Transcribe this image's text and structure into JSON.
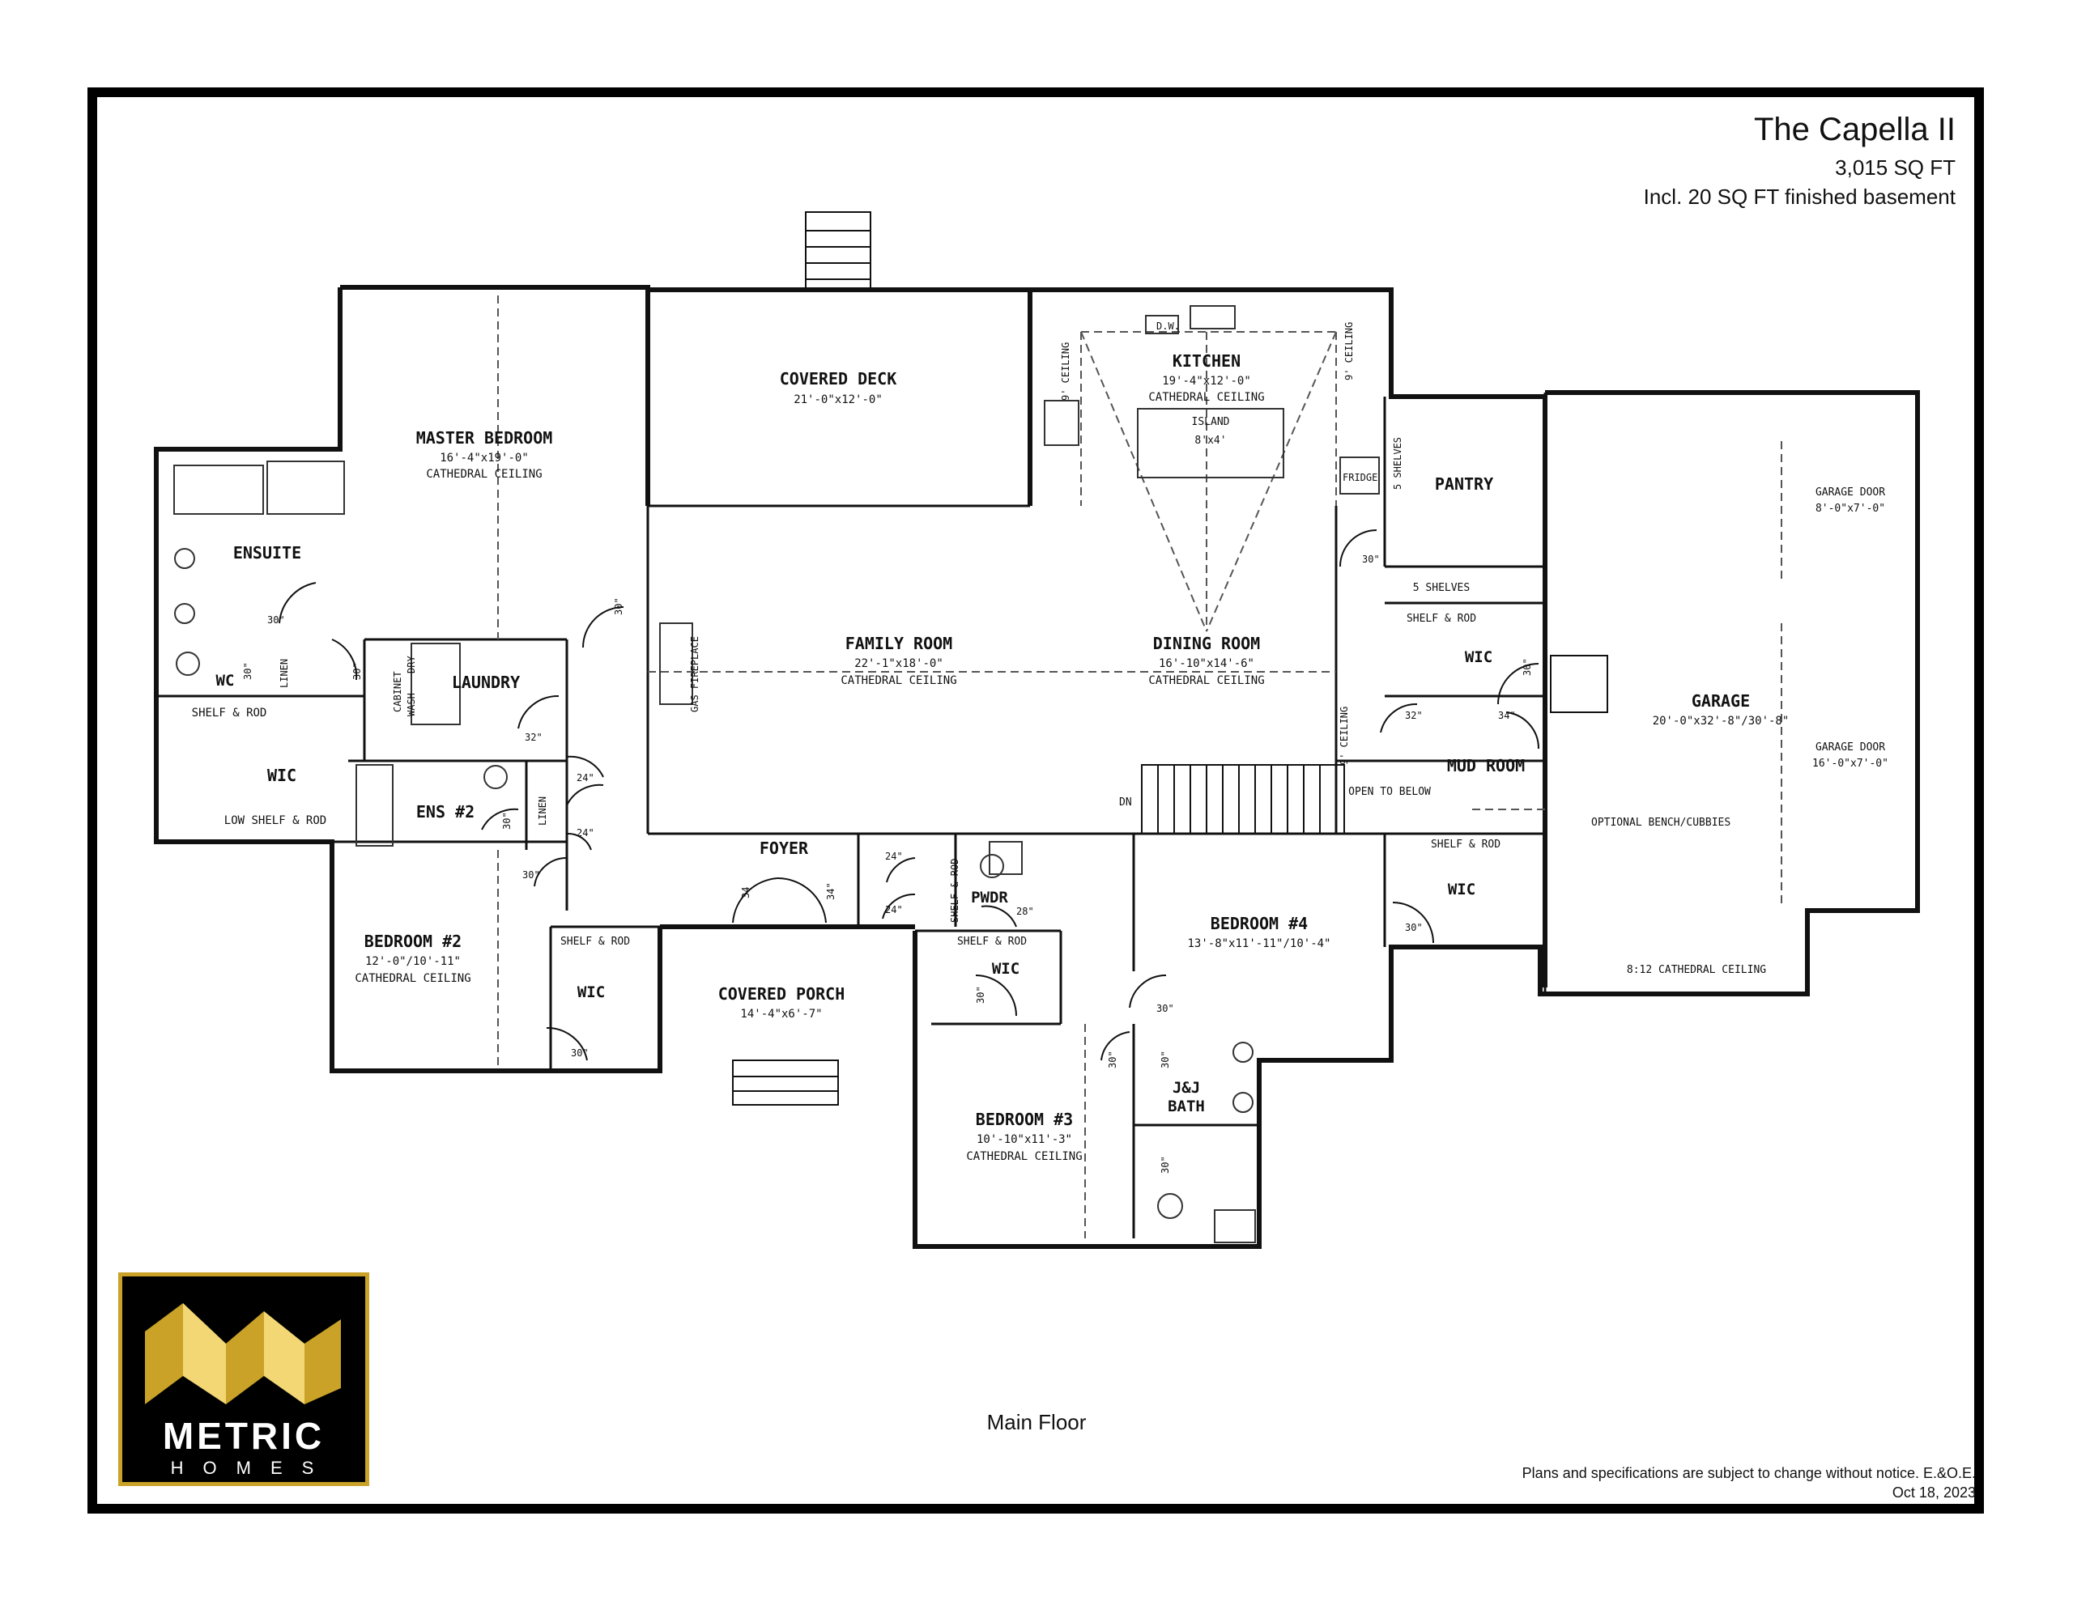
{
  "title": {
    "name": "The Capella II",
    "area": "3,015 SQ FT",
    "note": "Incl. 20 SQ FT finished basement"
  },
  "floor_label": "Main Floor",
  "disclaimer": "Plans and specifications are subject to change without notice. E.&O.E.",
  "date": "Oct 18, 2023",
  "logo": {
    "word": "METRIC",
    "sub": "HOMES",
    "gold": "#c9a227"
  },
  "rooms": {
    "covered_deck": {
      "name": "COVERED DECK",
      "size": "21'-0\"x12'-0\""
    },
    "kitchen": {
      "name": "KITCHEN",
      "size": "19'-4\"x12'-0\"",
      "ceiling": "CATHEDRAL CEILING"
    },
    "island": {
      "name": "ISLAND",
      "size": "8'x4'"
    },
    "master_bedroom": {
      "name": "MASTER BEDROOM",
      "size": "16'-4\"x19'-0\"",
      "ceiling": "CATHEDRAL CEILING"
    },
    "ensuite": {
      "name": "ENSUITE"
    },
    "wc": {
      "name": "WC"
    },
    "linen1": {
      "name": "LINEN"
    },
    "wic_master": {
      "name": "WIC"
    },
    "shelf_rod_master": "SHELF & ROD",
    "low_shelf_rod": "LOW SHELF & ROD",
    "laundry": {
      "name": "LAUNDRY"
    },
    "cabinet": "CABINET",
    "wash": "WASH",
    "dry": "DRY",
    "ens2": {
      "name": "ENS #2"
    },
    "linen2": {
      "name": "LINEN"
    },
    "family_room": {
      "name": "FAMILY ROOM",
      "size": "22'-1\"x18'-0\"",
      "ceiling": "CATHEDRAL CEILING"
    },
    "gas_fireplace": "GAS FIREPLACE",
    "dining_room": {
      "name": "DINING ROOM",
      "size": "16'-10\"x14'-6\"",
      "ceiling": "CATHEDRAL CEILING"
    },
    "pantry": {
      "name": "PANTRY"
    },
    "five_shelves_v": "5 SHELVES",
    "five_shelves_h": "5 SHELVES",
    "shelf_rod_wic_kitchen": "SHELF & ROD",
    "wic_kitchen": {
      "name": "WIC"
    },
    "mud_room": {
      "name": "MUD ROOM"
    },
    "open_to_below": "OPEN TO BELOW",
    "dn": "DN",
    "optional_bench": "OPTIONAL BENCH/CUBBIES",
    "garage": {
      "name": "GARAGE",
      "size": "20'-0\"x32'-8\"/30'-8\"",
      "ceiling": "8:12 CATHEDRAL CEILING"
    },
    "garage_door_1": {
      "name": "GARAGE DOOR",
      "size": "8'-0\"x7'-0\""
    },
    "garage_door_2": {
      "name": "GARAGE DOOR",
      "size": "16'-0\"x7'-0\""
    },
    "foyer": {
      "name": "FOYER"
    },
    "covered_porch": {
      "name": "COVERED PORCH",
      "size": "14'-4\"x6'-7\""
    },
    "pwdr": {
      "name": "PWDR"
    },
    "shelf_rod_foyer": "SHELF & ROD",
    "bedroom2": {
      "name": "BEDROOM #2",
      "size": "12'-0\"/10'-11\"",
      "ceiling": "CATHEDRAL CEILING"
    },
    "shelf_rod_b2": "SHELF & ROD",
    "wic_b2": {
      "name": "WIC"
    },
    "shelf_rod_b3": "SHELF & ROD",
    "wic_b3": {
      "name": "WIC"
    },
    "bedroom3": {
      "name": "BEDROOM #3",
      "size": "10'-10\"x11'-3\"",
      "ceiling": "CATHEDRAL CEILING"
    },
    "jj_bath": {
      "name1": "J&J",
      "name2": "BATH"
    },
    "bedroom4": {
      "name": "BEDROOM #4",
      "size": "13'-8\"x11'-11\"/10'-4\""
    },
    "shelf_rod_b4": "SHELF & ROD",
    "wic_b4": {
      "name": "WIC"
    },
    "ceiling_9": "9' CEILING",
    "dw": "D.W.",
    "fridge": "FRIDGE"
  },
  "door_marks": {
    "d30": "30\"",
    "d24": "24\"",
    "d32": "32\"",
    "d34": "34\"",
    "d28": "28\"",
    "d34b": "34"
  }
}
